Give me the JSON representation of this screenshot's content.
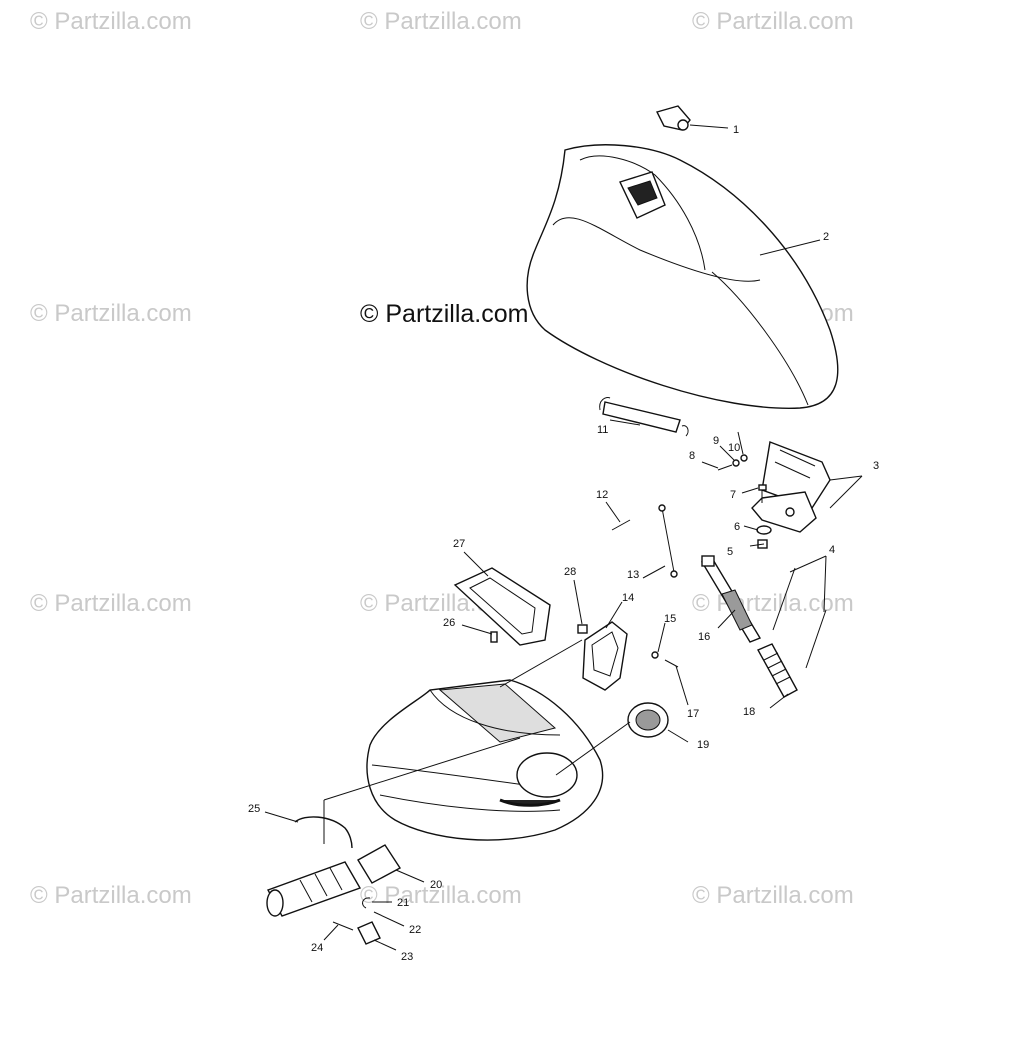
{
  "watermark_text": "© Partzilla.com",
  "copyright_text": "© Partzilla.com",
  "callouts": [
    "1",
    "2",
    "3",
    "4",
    "5",
    "6",
    "7",
    "8",
    "9",
    "10",
    "11",
    "12",
    "13",
    "14",
    "15",
    "16",
    "17",
    "18",
    "19",
    "20",
    "21",
    "22",
    "23",
    "24",
    "25",
    "26",
    "27",
    "28"
  ]
}
